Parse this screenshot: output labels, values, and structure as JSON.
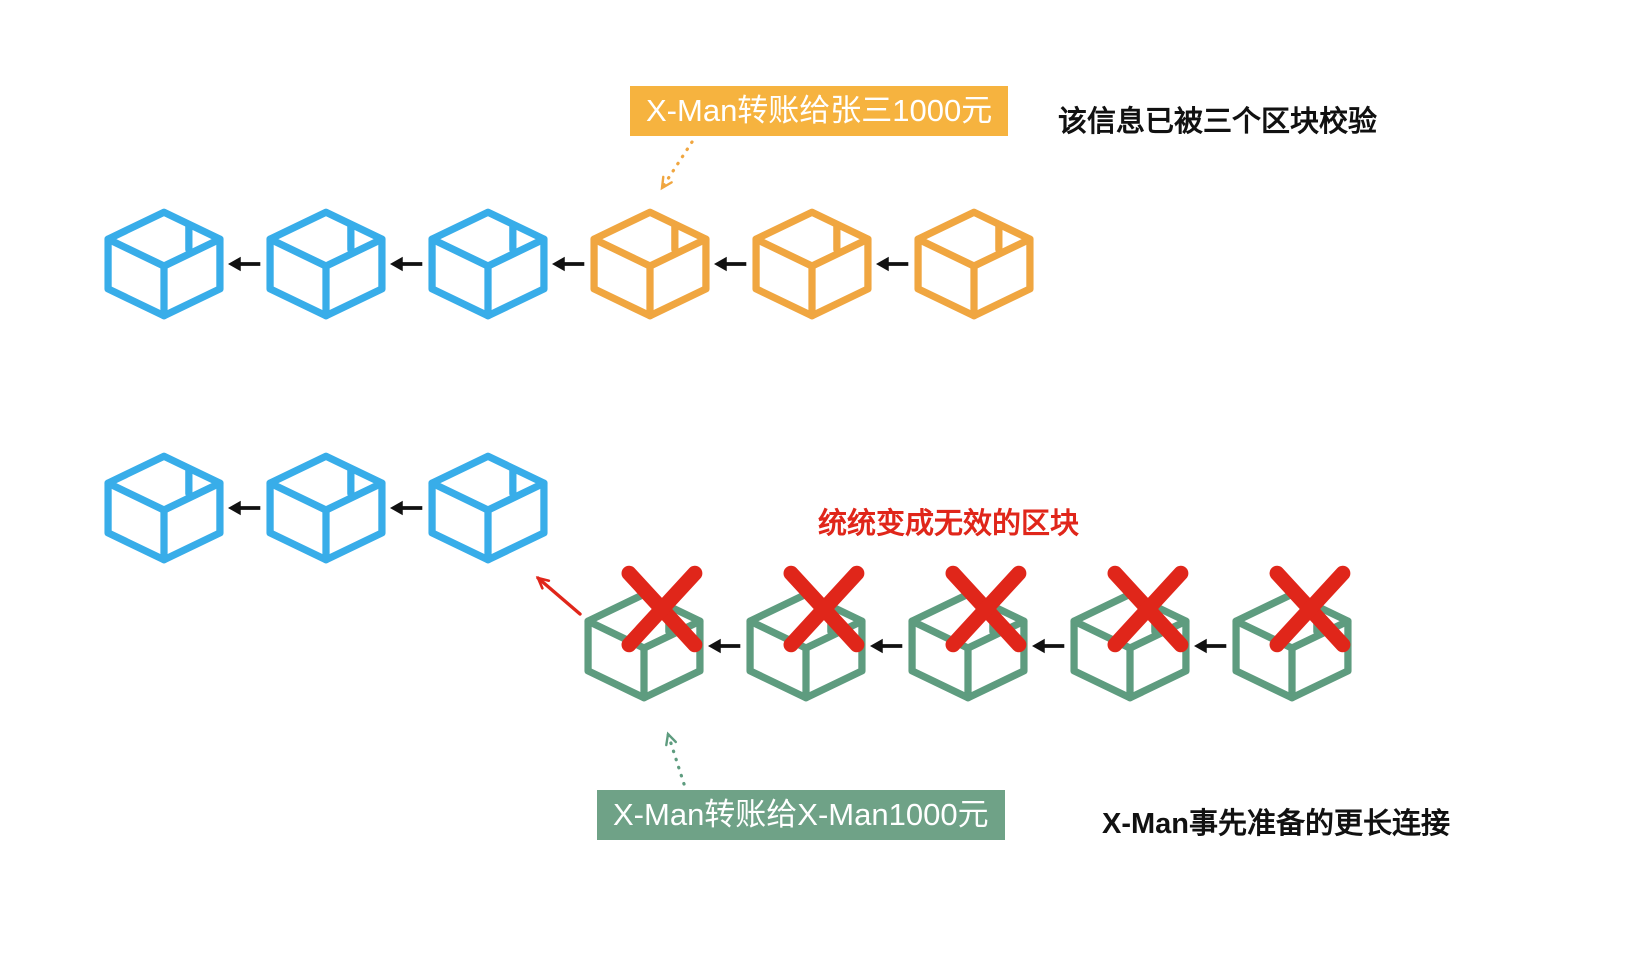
{
  "diagram_title": "blockchain-double-spend-attack-diagram",
  "colors": {
    "blue": "#38ade9",
    "orange": "#f0a640",
    "green": "#5e9c7f",
    "red": "#e0261a",
    "arrow": "#111111"
  },
  "labels": {
    "top": {
      "text": "X-Man转账给张三1000元",
      "bg": "#f6b33f",
      "color": "#ffffff"
    },
    "bottom": {
      "text": "X-Man转账给X-Man1000元",
      "bg": "#6fa287",
      "color": "#ffffff"
    }
  },
  "notes": {
    "top_right": "该信息已被三个区块校验",
    "invalid": "统统变成无效的区块",
    "bottom_right": "X-Man事先准备的更长连接"
  },
  "icons": {
    "box": "package-box-icon",
    "link": "left-arrow-icon",
    "cross": "invalid-cross-icon",
    "dotted_down": "dotted-arrow-down-icon",
    "dotted_up": "dotted-arrow-up-icon",
    "red_up_left": "red-arrow-up-left-icon"
  },
  "chains": [
    {
      "id": "top",
      "name": "verified-main-chain",
      "boxes": [
        "blue",
        "blue",
        "blue",
        "orange",
        "orange",
        "orange"
      ],
      "crossed": false
    },
    {
      "id": "middle",
      "name": "honest-chain-tail",
      "boxes": [
        "blue",
        "blue",
        "blue"
      ],
      "crossed": false
    },
    {
      "id": "bottom",
      "name": "attacker-longer-chain",
      "boxes": [
        "green",
        "green",
        "green",
        "green",
        "green"
      ],
      "crossed": true
    }
  ]
}
